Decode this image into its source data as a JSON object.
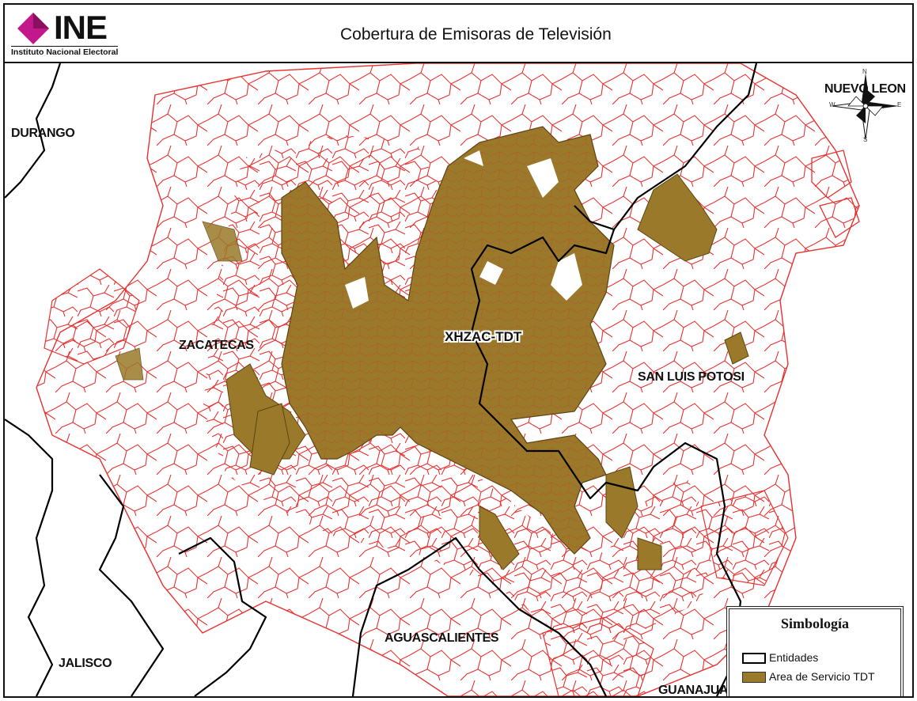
{
  "header": {
    "logo_text": "INE",
    "logo_subtitle": "Instituto Nacional Electoral",
    "title": "Cobertura de Emisoras de Televisión"
  },
  "map": {
    "station_label": "XHZAC-TDT",
    "state_labels": {
      "durango": "DURANGO",
      "nuevo_leon": "NUEVO LEON",
      "zacatecas": "ZACATECAS",
      "san_luis_potosi": "SAN LUIS POTOSI",
      "aguascalientes": "AGUASCALIENTES",
      "jalisco": "JALISCO",
      "guanajuato": "GUANAJUATO"
    },
    "compass": {
      "n": "N",
      "s": "S",
      "e": "E",
      "w": "W"
    }
  },
  "legend": {
    "title": "Simbología",
    "items": [
      {
        "label": "Entidades",
        "kind": "outline",
        "color": "#000000"
      },
      {
        "label": "Area de Servicio TDT",
        "kind": "fill",
        "color": "#9a7a2a"
      }
    ]
  },
  "colors": {
    "coverage": "#9a7a2a",
    "municipal_lines": "#e8312f",
    "state_lines": "#000000",
    "logo_magenta": "#c2188b"
  }
}
